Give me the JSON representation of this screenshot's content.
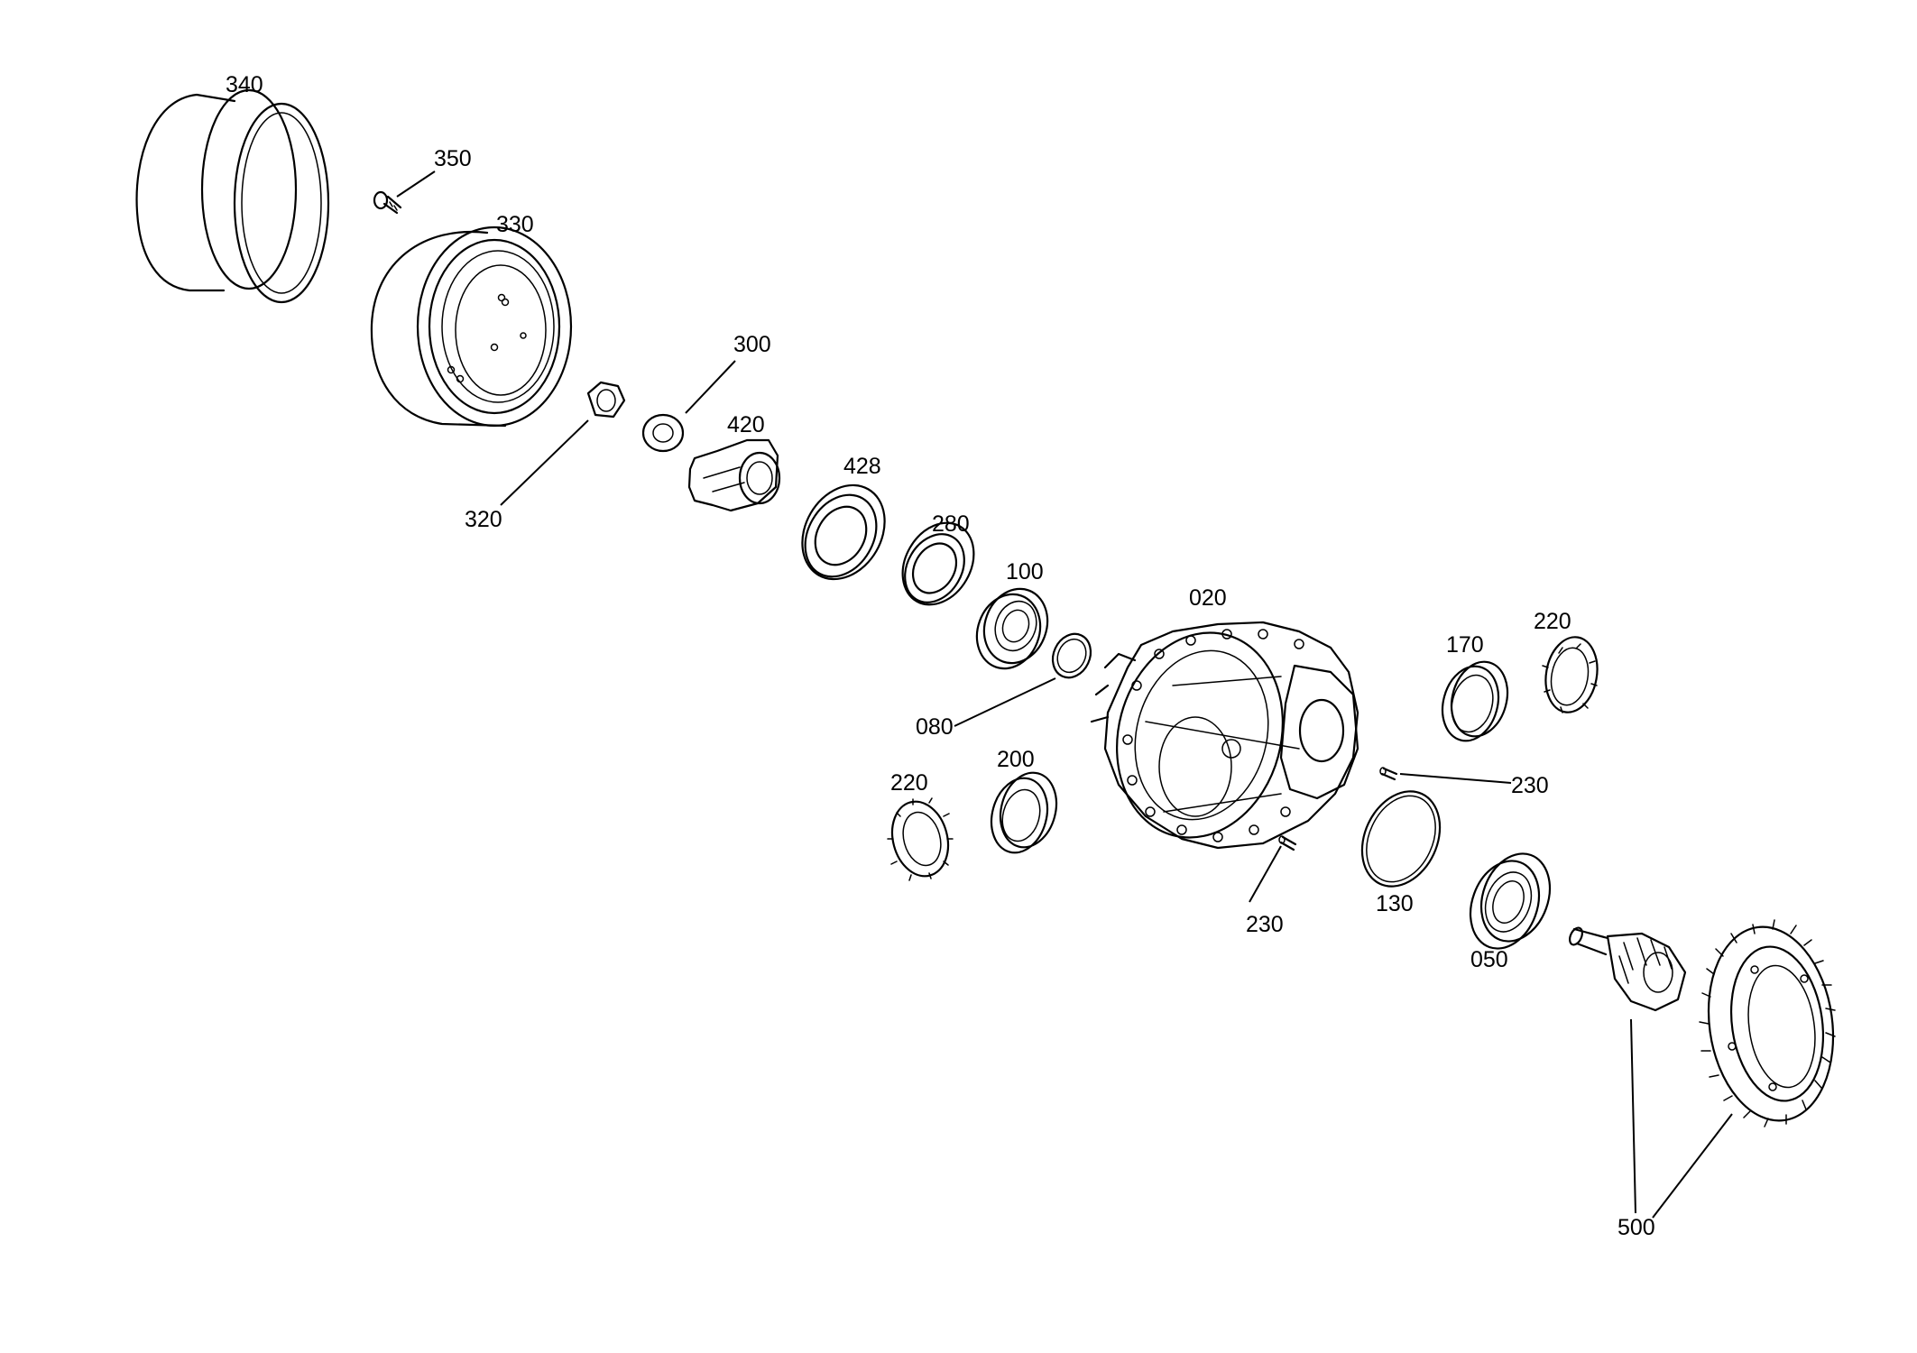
{
  "diagram": {
    "labels": {
      "p340": "340",
      "p350": "350",
      "p330": "330",
      "p300": "300",
      "p320": "320",
      "p420": "420",
      "p428": "428",
      "p280": "280",
      "p100": "100",
      "p020": "020",
      "p170": "170",
      "p220_right": "220",
      "p080": "080",
      "p200": "200",
      "p220_left": "220",
      "p230_right": "230",
      "p230_lower": "230",
      "p130": "130",
      "p050": "050",
      "p500": "500"
    }
  }
}
